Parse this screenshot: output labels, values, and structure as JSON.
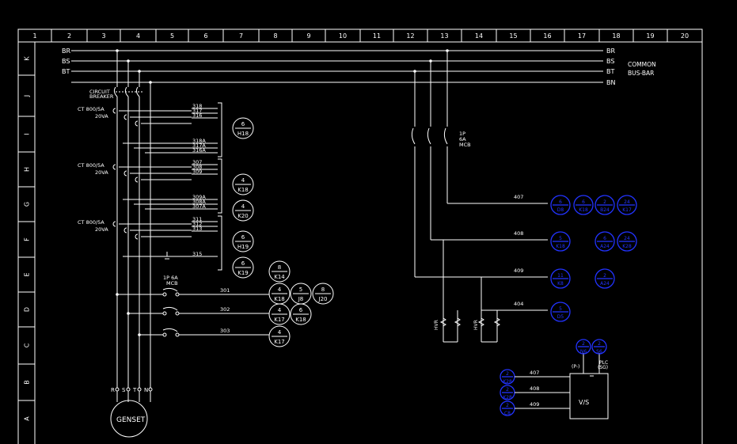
{
  "grid": {
    "columns": [
      "1",
      "2",
      "3",
      "4",
      "5",
      "6",
      "7",
      "8",
      "9",
      "10",
      "11",
      "12",
      "13",
      "14",
      "15",
      "16",
      "17",
      "18",
      "19",
      "20"
    ],
    "rows": [
      "K",
      "J",
      "I",
      "H",
      "G",
      "F",
      "E",
      "D",
      "C",
      "B",
      "A"
    ]
  },
  "busbar": {
    "lines": [
      "BR",
      "BS",
      "BT",
      "BN"
    ],
    "title_line1": "COMMON",
    "title_line2": "BUS-BAR"
  },
  "breaker": {
    "line1": "CIRCUIT",
    "line2": "BREAKER"
  },
  "ct_groups": [
    {
      "label": "CT 800/5A",
      "rating": "20VA",
      "wires_top": [
        "318",
        "317",
        "316"
      ],
      "wires_bottom": [
        "318A",
        "317A",
        "316A"
      ],
      "refs_top": [
        {
          "num": "6",
          "ref": "H18"
        }
      ],
      "refs_bottom": []
    },
    {
      "label": "CT 800/5A",
      "rating": "20VA",
      "wires_top": [
        "307",
        "308",
        "309"
      ],
      "wires_bottom": [
        "309A",
        "308A",
        "307A"
      ],
      "refs_top": [
        {
          "num": "4",
          "ref": "K18"
        }
      ],
      "refs_bottom": [
        {
          "num": "4",
          "ref": "K20"
        }
      ]
    },
    {
      "label": "CT 800/5A",
      "rating": "20VA",
      "wires_top": [
        "311",
        "312",
        "313"
      ],
      "wires_bottom": [
        "315"
      ],
      "refs_top": [
        {
          "num": "6",
          "ref": "H19"
        }
      ],
      "refs_bottom": [
        {
          "num": "6",
          "ref": "K19"
        }
      ]
    }
  ],
  "mcb_1p6a": {
    "line1": "1P 6A",
    "line2": "MCB"
  },
  "feeders": [
    {
      "wire": "301",
      "refs": [
        {
          "num": "8",
          "ref": "K14"
        },
        {
          "num": "4",
          "ref": "K18"
        },
        {
          "num": "5",
          "ref": "J8"
        },
        {
          "num": "8",
          "ref": "J20"
        }
      ]
    },
    {
      "wire": "302",
      "refs": [
        {
          "num": "4",
          "ref": "K17"
        },
        {
          "num": "6",
          "ref": "K18"
        }
      ]
    },
    {
      "wire": "303",
      "refs": [
        {
          "num": "4",
          "ref": "K17"
        }
      ]
    }
  ],
  "mcb_right": {
    "line1": "1P",
    "line2": "6A",
    "line3": "MCB"
  },
  "right_lines": [
    {
      "wire": "407",
      "refs": [
        {
          "num": "6",
          "ref": "D8"
        },
        {
          "num": "6",
          "ref": "K18"
        },
        {
          "num": "2",
          "ref": "B24"
        },
        {
          "num": "24",
          "ref": "K17"
        }
      ]
    },
    {
      "wire": "408",
      "refs": [
        {
          "num": "5",
          "ref": "K18"
        },
        {
          "num": "6",
          "ref": "A24"
        },
        {
          "num": "24",
          "ref": "K28"
        }
      ]
    },
    {
      "wire": "409",
      "refs": [
        {
          "num": "11",
          "ref": "K8"
        },
        {
          "num": "2",
          "ref": "A24"
        }
      ]
    },
    {
      "wire": "404",
      "refs": [
        {
          "num": "5",
          "ref": "D5"
        }
      ]
    }
  ],
  "hvr_label": "HVR",
  "genset": {
    "label": "GENSET",
    "terminals": [
      "R",
      "S",
      "T",
      "N"
    ]
  },
  "vs_box": {
    "label": "V/S",
    "plc_line1": "PLC",
    "plc_line2": "(SG)",
    "plus_minus": "(P-)",
    "top_refs": [
      {
        "num": "2",
        "ref": "N6"
      },
      {
        "num": "2",
        "ref": "S6"
      }
    ],
    "left_refs": [
      {
        "num": "2",
        "ref": "K28"
      },
      {
        "num": "2",
        "ref": "K28"
      },
      {
        "num": "2",
        "ref": "C8"
      }
    ],
    "wires": [
      "407",
      "408",
      "409"
    ]
  },
  "colors": {
    "background": "#000000",
    "lines": "#ffffff",
    "refs": "#2233ff"
  }
}
